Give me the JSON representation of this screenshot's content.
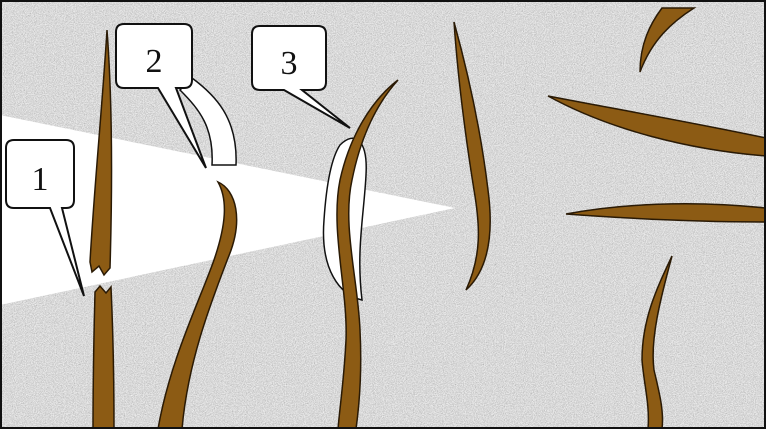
{
  "diagram": {
    "colors": {
      "fiber_fill": "#8c5b14",
      "fiber_stroke": "#2a1a05",
      "crack_fill": "#ffffff",
      "callout_border": "#111111"
    },
    "callouts": [
      {
        "label": "1"
      },
      {
        "label": "2"
      },
      {
        "label": "3"
      }
    ]
  }
}
